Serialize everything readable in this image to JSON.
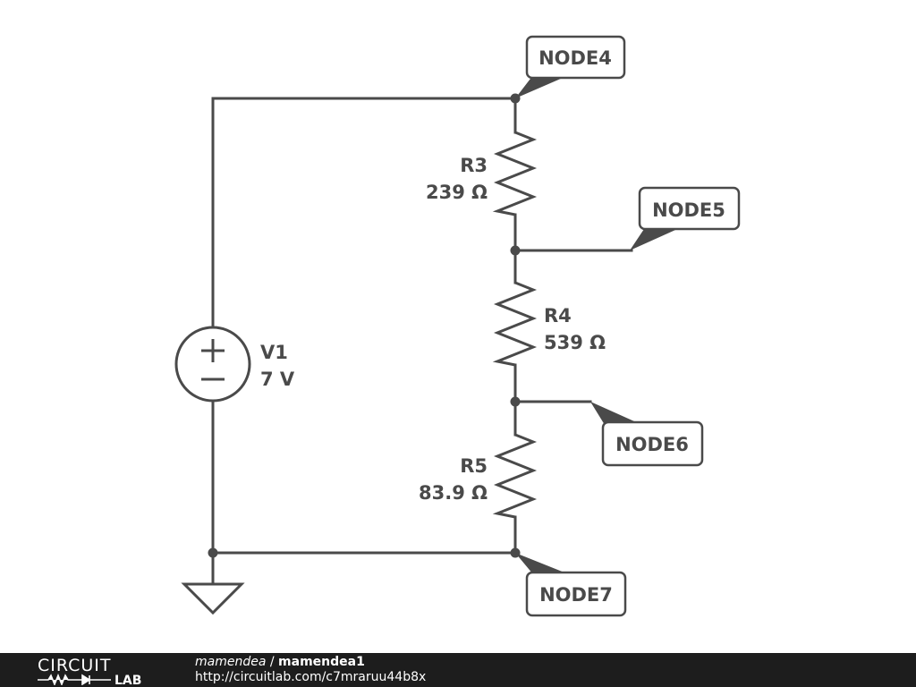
{
  "components": {
    "v1": {
      "name": "V1",
      "value": "7 V"
    },
    "r3": {
      "name": "R3",
      "value": "239 Ω"
    },
    "r4": {
      "name": "R4",
      "value": "539 Ω"
    },
    "r5": {
      "name": "R5",
      "value": "83.9 Ω"
    }
  },
  "nodes": {
    "node4": "NODE4",
    "node5": "NODE5",
    "node6": "NODE6",
    "node7": "NODE7"
  },
  "footer": {
    "logo_top": "CIRCUIT",
    "logo_bottom": "LAB",
    "user": "mamendea",
    "separator": " / ",
    "project": "mamendea1",
    "url": "http://circuitlab.com/c7mraruu44b8x"
  },
  "colors": {
    "ink": "#4a4a4a",
    "footer_bg": "#1d1d1d"
  }
}
